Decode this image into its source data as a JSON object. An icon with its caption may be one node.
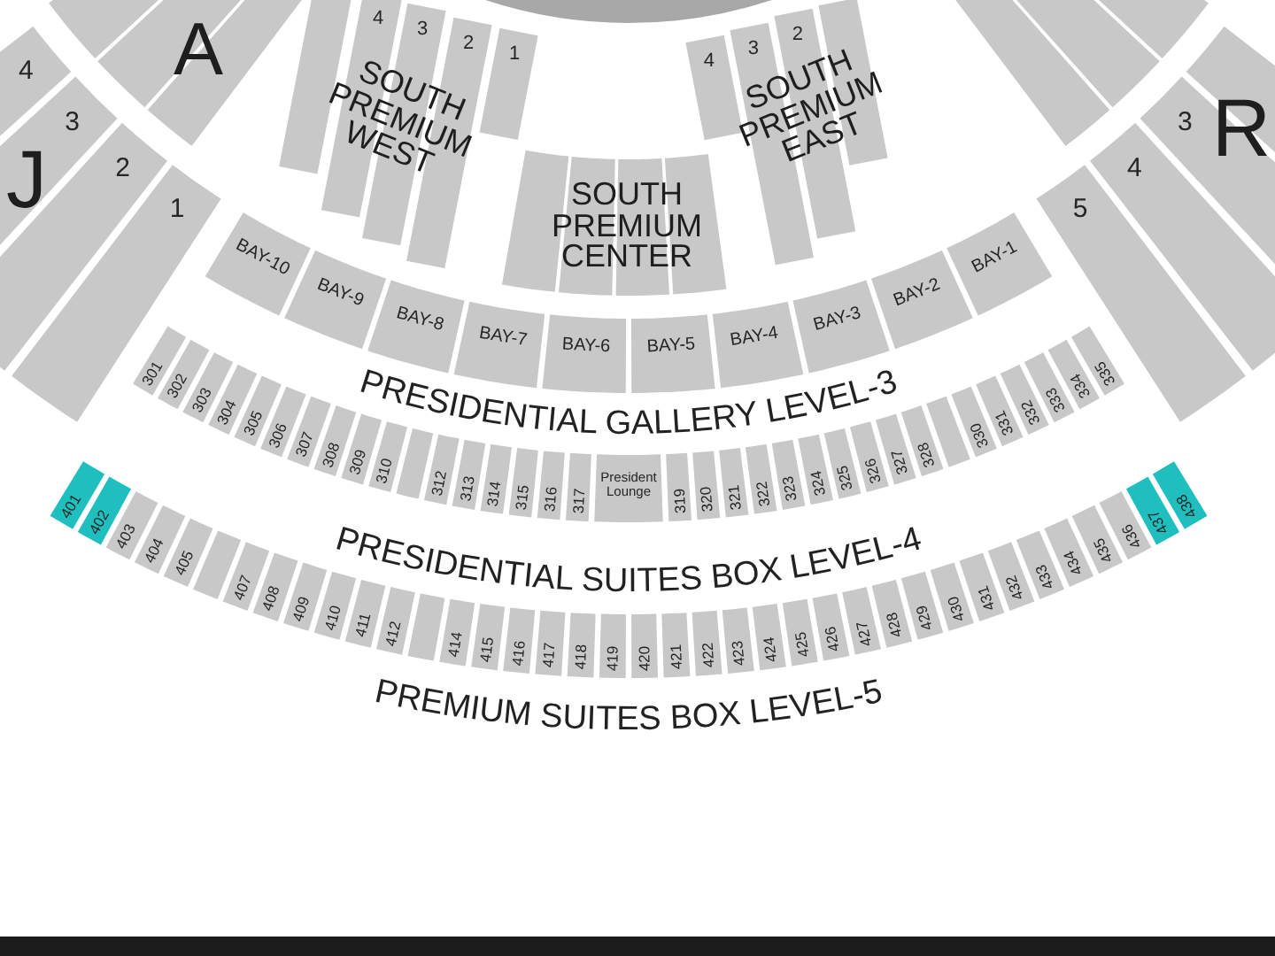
{
  "diagram": {
    "nodes": [
      {
        "text": [],
        "shape": "box"
      },
      {
        "text": [],
        "shape": "box"
      },
      {
        "text": [],
        "shape": "box"
      },
      {
        "text": [
          "4"
        ]
      },
      {
        "text": [
          "3"
        ]
      },
      {
        "text": [
          "2"
        ]
      },
      {
        "text": [
          "1"
        ]
      },
      {
        "text": [],
        "shape": "box"
      },
      {
        "text": [
          "4"
        ]
      },
      {
        "text": [
          "3"
        ]
      },
      {
        "text": [
          "2"
        ]
      },
      {
        "text": [
          "1"
        ]
      },
      {
        "text": [],
        "shape": "box"
      },
      {
        "text": [],
        "shape": "box"
      },
      {
        "text": [],
        "shape": "box"
      },
      {
        "text": [],
        "shape": "box"
      },
      {
        "text": [
          "4"
        ]
      },
      {
        "text": [
          "3"
        ]
      },
      {
        "text": [
          "2"
        ]
      },
      {
        "text": [],
        "shape": "box"
      },
      {
        "text": [],
        "shape": "box"
      },
      {
        "text": [],
        "shape": "box"
      },
      {
        "text": [],
        "shape": "box"
      },
      {
        "text": [
          "5"
        ]
      },
      {
        "text": [
          "4"
        ]
      },
      {
        "text": [
          "3"
        ]
      },
      {
        "text": [],
        "shape": "box"
      },
      {
        "text": [
          "BAY-10"
        ]
      },
      {
        "text": [
          "BAY-9"
        ]
      },
      {
        "text": [
          "BAY-8"
        ]
      },
      {
        "text": [
          "BAY-7"
        ]
      },
      {
        "text": [
          "BAY-6"
        ]
      },
      {
        "text": [
          "BAY-5"
        ]
      },
      {
        "text": [
          "BAY-4"
        ]
      },
      {
        "text": [
          "BAY-3"
        ]
      },
      {
        "text": [
          "BAY-2"
        ]
      },
      {
        "text": [
          "BAY-1"
        ]
      },
      {
        "text": [
          "301"
        ]
      },
      {
        "text": [
          "302"
        ]
      },
      {
        "text": [
          "303"
        ]
      },
      {
        "text": [
          "304"
        ]
      },
      {
        "text": [
          "305"
        ]
      },
      {
        "text": [
          "306"
        ]
      },
      {
        "text": [
          "307"
        ]
      },
      {
        "text": [
          "308"
        ]
      },
      {
        "text": [
          "309"
        ]
      },
      {
        "text": [
          "310"
        ]
      },
      {
        "text": [],
        "shape": "box"
      },
      {
        "text": [
          "312"
        ]
      },
      {
        "text": [
          "313"
        ]
      },
      {
        "text": [
          "314"
        ]
      },
      {
        "text": [
          "315"
        ]
      },
      {
        "text": [
          "316"
        ]
      },
      {
        "text": [
          "317"
        ]
      },
      {
        "text": [
          "President Lounge"
        ]
      },
      {
        "text": [
          "319"
        ]
      },
      {
        "text": [
          "320"
        ]
      },
      {
        "text": [
          "321"
        ]
      },
      {
        "text": [
          "322"
        ]
      },
      {
        "text": [
          "323"
        ]
      },
      {
        "text": [
          "324"
        ]
      },
      {
        "text": [
          "325"
        ]
      },
      {
        "text": [
          "326"
        ]
      },
      {
        "text": [
          "327"
        ]
      },
      {
        "text": [
          "328"
        ]
      },
      {
        "text": [],
        "shape": "box"
      },
      {
        "text": [
          "330"
        ]
      },
      {
        "text": [
          "331"
        ]
      },
      {
        "text": [
          "332"
        ]
      },
      {
        "text": [
          "333"
        ]
      },
      {
        "text": [
          "334"
        ]
      },
      {
        "text": [
          "335"
        ]
      },
      {
        "text": [
          "401"
        ]
      },
      {
        "text": [
          "402"
        ]
      },
      {
        "text": [
          "403"
        ]
      },
      {
        "text": [
          "404"
        ]
      },
      {
        "text": [
          "405"
        ]
      },
      {
        "text": [],
        "shape": "box"
      },
      {
        "text": [
          "407"
        ]
      },
      {
        "text": [
          "408"
        ]
      },
      {
        "text": [
          "409"
        ]
      },
      {
        "text": [
          "410"
        ]
      },
      {
        "text": [
          "411"
        ]
      },
      {
        "text": [
          "412"
        ]
      },
      {
        "text": [],
        "shape": "box"
      },
      {
        "text": [
          "414"
        ]
      },
      {
        "text": [
          "415"
        ]
      },
      {
        "text": [
          "416"
        ]
      },
      {
        "text": [
          "417"
        ]
      },
      {
        "text": [
          "418"
        ]
      },
      {
        "text": [
          "419"
        ]
      },
      {
        "text": [
          "420"
        ]
      },
      {
        "text": [
          "421"
        ]
      },
      {
        "text": [
          "422"
        ]
      },
      {
        "text": [
          "423"
        ]
      },
      {
        "text": [
          "424"
        ]
      },
      {
        "text": [
          "425"
        ]
      },
      {
        "text": [
          "426"
        ]
      },
      {
        "text": [
          "427"
        ]
      },
      {
        "text": [
          "428"
        ]
      },
      {
        "text": [
          "429"
        ]
      },
      {
        "text": [
          "430"
        ]
      },
      {
        "text": [
          "431"
        ]
      },
      {
        "text": [
          "432"
        ]
      },
      {
        "text": [
          "433"
        ]
      },
      {
        "text": [
          "434"
        ]
      },
      {
        "text": [
          "435"
        ]
      },
      {
        "text": [
          "436"
        ]
      },
      {
        "text": [
          "437"
        ]
      },
      {
        "text": [
          "438"
        ]
      }
    ],
    "labels": [
      "A",
      "SOUTH PREMIUM WEST",
      "SOUTH PREMIUM EAST",
      "R",
      "J",
      "SOUTH PREMIUM CENTER",
      "PRESIDENTIAL GALLERY LEVEL-3",
      "PRESIDENTIAL SUITES BOX LEVEL-4",
      "PREMIUM SUITES BOX LEVEL-5"
    ]
  }
}
